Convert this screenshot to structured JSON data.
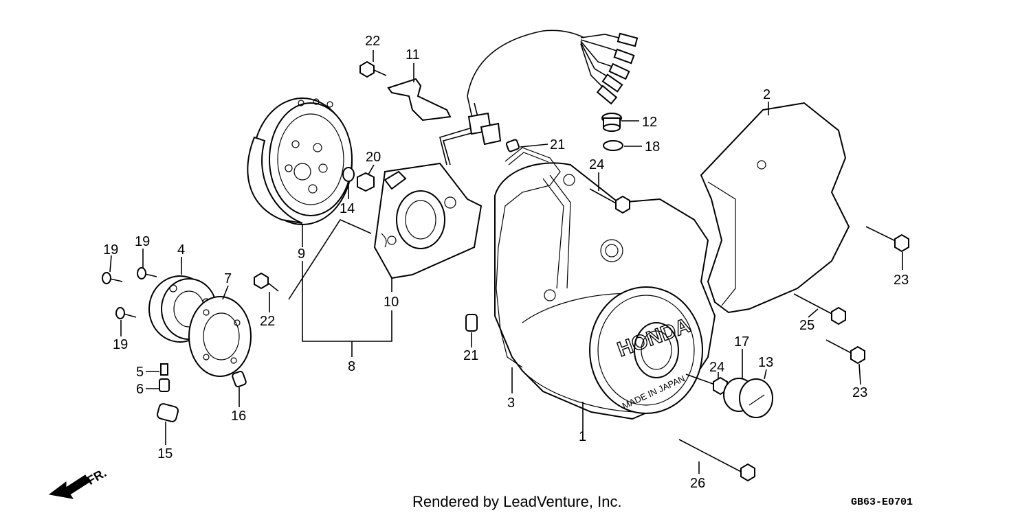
{
  "labels": {
    "p1": "1",
    "p2": "2",
    "p3": "3",
    "p4": "4",
    "p5": "5",
    "p6": "6",
    "p7": "7",
    "p8": "8",
    "p9": "9",
    "p10": "10",
    "p11": "11",
    "p12": "12",
    "p13": "13",
    "p14": "14",
    "p15": "15",
    "p16": "16",
    "p17": "17",
    "p18": "18",
    "p19a": "19",
    "p19b": "19",
    "p19c": "19",
    "p20": "20",
    "p21a": "21",
    "p21b": "21",
    "p22a": "22",
    "p22b": "22",
    "p23a": "23",
    "p23b": "23",
    "p24a": "24",
    "p24b": "24",
    "p25": "25",
    "p26": "26"
  },
  "footer": {
    "credit": "Rendered by LeadVenture, Inc.",
    "code": "GB63-E0701"
  },
  "direction": {
    "label": "FR."
  },
  "cover_text": {
    "brand": "HONDA",
    "made_in": "MADE IN JAPAN"
  }
}
